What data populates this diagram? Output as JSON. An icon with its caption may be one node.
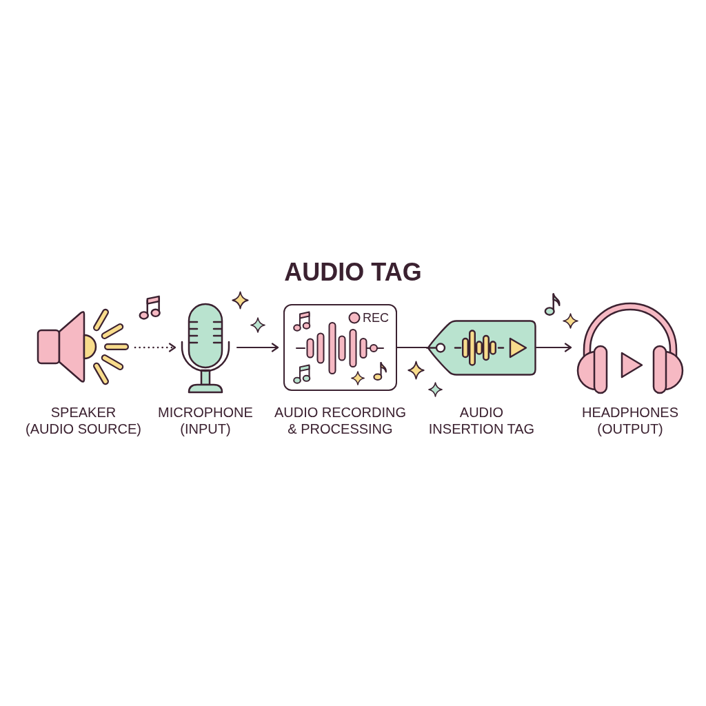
{
  "diagram": {
    "title": "AUDIO TAG",
    "nodes": [
      {
        "text": [],
        "shape": "picture",
        "beside": [
          "SPEAKER (AUDIO SOURCE)"
        ]
      },
      {
        "text": [],
        "shape": "picture",
        "beside": [
          "MICROPHONE (INPUT)"
        ]
      },
      {
        "text": [
          "REC"
        ],
        "beside": [
          "AUDIO RECORDING & PROCESSING"
        ]
      },
      {
        "text": [],
        "shape": "picture",
        "beside": [
          "AUDIO INSERTION TAG"
        ]
      },
      {
        "text": [],
        "shape": "picture",
        "beside": [
          "HEADPHONES (OUTPUT)"
        ]
      }
    ],
    "edges": [
      {
        "from": 0,
        "to": 1,
        "arrow": "to",
        "style": "dashed"
      },
      {
        "from": 1,
        "to": 2,
        "arrow": "to"
      },
      {
        "from": 2,
        "to": 3,
        "arrow": "none"
      },
      {
        "from": 3,
        "to": 4,
        "arrow": "to"
      }
    ]
  }
}
